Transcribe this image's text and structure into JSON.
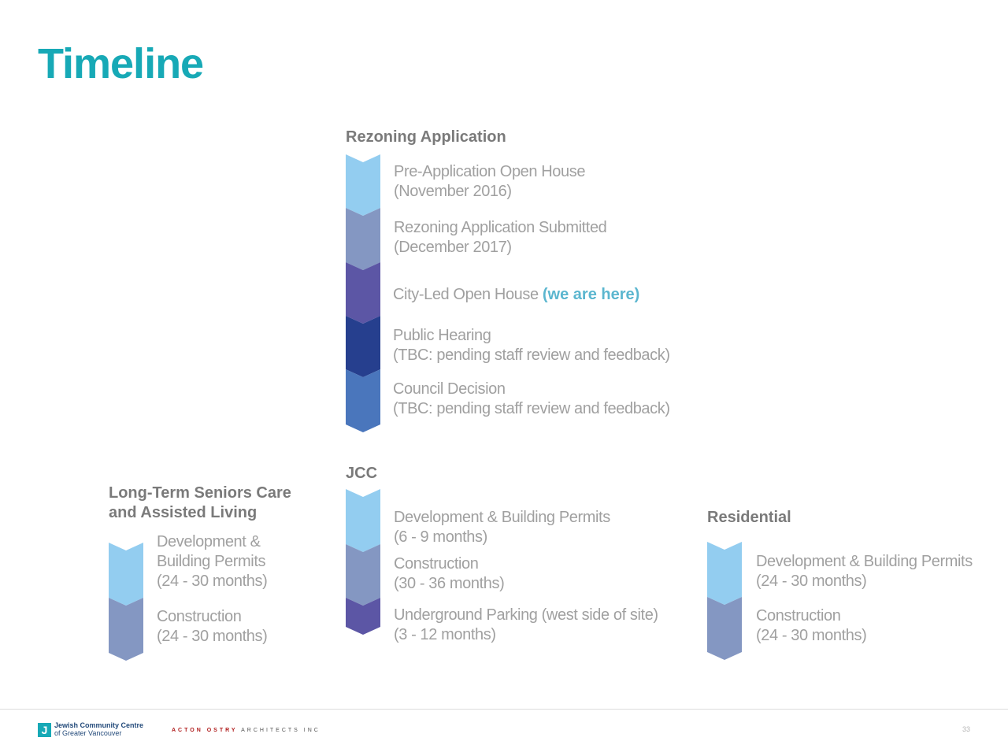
{
  "title": "Timeline",
  "colors": {
    "title": "#17a9b6",
    "here_highlight": "#5bb6cf",
    "chevron_light_blue": "#93cdf0",
    "chevron_grey_blue": "#8497c2",
    "chevron_purple": "#5c56a5",
    "chevron_navy": "#263f8e",
    "chevron_mid_blue": "#4a76bc"
  },
  "rezoning": {
    "heading": "Rezoning Application",
    "items": [
      {
        "line1": "Pre-Application Open House",
        "line2": "(November 2016)"
      },
      {
        "line1": "Rezoning Application Submitted",
        "line2": "(December 2017)"
      },
      {
        "line1": "City-Led Open House ",
        "highlight": "(we are here)"
      },
      {
        "line1": "Public Hearing",
        "line2": "(TBC: pending staff review and feedback)"
      },
      {
        "line1": "Council Decision",
        "line2": "(TBC: pending staff review and feedback)"
      }
    ]
  },
  "seniors": {
    "heading": "Long-Term Seniors Care\nand Assisted Living",
    "items": [
      {
        "line1": "Development &",
        "line2": "Building Permits",
        "line3": "(24 - 30 months)"
      },
      {
        "line1": "Construction",
        "line2": "(24 - 30 months)"
      }
    ]
  },
  "jcc": {
    "heading": "JCC",
    "items": [
      {
        "line1": "Development & Building Permits",
        "line2": "(6 - 9 months)"
      },
      {
        "line1": "Construction",
        "line2": "(30 - 36 months)"
      },
      {
        "line1": "Underground Parking (west side of site)",
        "line2": "(3 - 12 months)"
      }
    ]
  },
  "residential": {
    "heading": "Residential",
    "items": [
      {
        "line1": "Development & Building Permits",
        "line2": "(24 - 30 months)"
      },
      {
        "line1": "Construction",
        "line2": "(24 - 30 months)"
      }
    ]
  },
  "footer": {
    "logo_letter": "J",
    "org_name": "Jewish Community Centre",
    "org_sub": "of Greater Vancouver",
    "firm_bold": "ACTON OSTRY",
    "firm_rest": " ARCHITECTS INC",
    "page_number": "33"
  }
}
